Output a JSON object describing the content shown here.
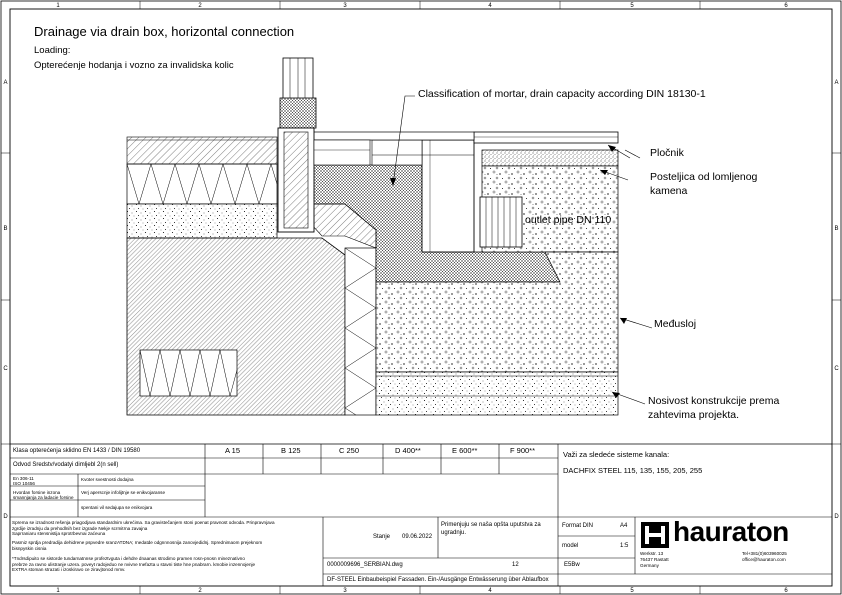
{
  "title": "Drainage via drain box, horizontal connection",
  "loading_label": "Loading:",
  "loading_value": "Opterećenje hodanja i vozno za invalidska kolic",
  "callouts": {
    "mortar": "Classification of mortar, drain capacity according DIN 18130-1",
    "plocnik": "Pločnik",
    "posteljica_1": "Posteljica od lomljenog",
    "posteljica_2": "kamena",
    "outlet": "outlet pipe DN 110",
    "medusloj": "Međusloj",
    "nosivost_1": "Nosivost konstrukcije prema",
    "nosivost_2": "zahtevima projekta."
  },
  "grid": {
    "columns": [
      "1",
      "2",
      "3",
      "4",
      "5",
      "6"
    ],
    "rows": [
      "A",
      "B",
      "C",
      "D"
    ]
  },
  "table": {
    "classes_label": "Klasa opterećenja sklidno EN 1433 / DIN 19580",
    "classes": [
      "A 15",
      "B 125",
      "C 250",
      "D 400**",
      "E 600**",
      "F 900**"
    ],
    "row2_label": "Odvod Sredstv/vodatyi dimljebl 2(n sell)",
    "small_a1": "En 306-11",
    "small_a2": "ISO 10456",
    "small_b": "Kvoter svestnosti dodajna",
    "small_c1": "Hvordan forsine inzona",
    "small_c2": "smannjanja za ladacie forsine",
    "small_d": "Verj aperscnje infolijtnje se enikvojaranse",
    "small_e": "spentani vil sedajupa se enikvojara",
    "applies_label": "Važi za sledeće sisteme kanala:",
    "systems": "DACHFIX STEEL 115, 135, 155, 205, 255",
    "note1": "Sprema se izradnost rešenja priagodjava standardnim ukrećima. Sa gravistečanjem stoni poenat pravnost odvoda. Prinpravnjava",
    "note2": "zgrdije izradnju da prehodlnih bez izgrade Nekje scrmitrna zavajna",
    "note3": "Saprraniaru stensnistija sprotrbevnai zaćeuna",
    "note4": "Pasmiz sprdja predradija dehidrene pspvedre sranzATDNA; rnedatde odgnnnosnija zanovjedidnj. Sprednimaom prejeknom",
    "note5": "bisnpyskin cisnia",
    "note6": "*Tndrsdipuito se sistorde tundarnatnnse profeztvguta i dehdre dnaanas strodimo pramen rosn-pnosn mineznativno",
    "note7": "prebrze za ravno ulistranje uzera. poveyt radojeduo ne nvivne Inefazta u stavni tiste hne pnabrarn. kmobie inzennojenje",
    "note8": "EXTRA stoman strazati i izoskiravo ce ziravjtonod mmv.",
    "stanje_label": "Stanje",
    "stanje_date": "09.06.2022",
    "hint": "Primenjuju se naša opšta uputstva za ugradnju.",
    "drawing_no": "0000009696_SERBIAN.dwg",
    "sheet_no": "12",
    "sheet_size": "E5Bw",
    "format_label": "Format DIN",
    "format_value": "A4",
    "model_label": "model",
    "model_value": "1:5",
    "footer": "DF-STEEL Einbaubeispiel Fassaden. Ein-/Ausgänge Entwässerung über Ablaufbox"
  },
  "company": {
    "logo_text": "hauraton",
    "addr1": "Werkstr. 13",
    "addr2": "76437 Rastatt",
    "addr3": "Germany",
    "phone": "Tel+381(0)603960025",
    "email": "office@hauraton.com"
  }
}
